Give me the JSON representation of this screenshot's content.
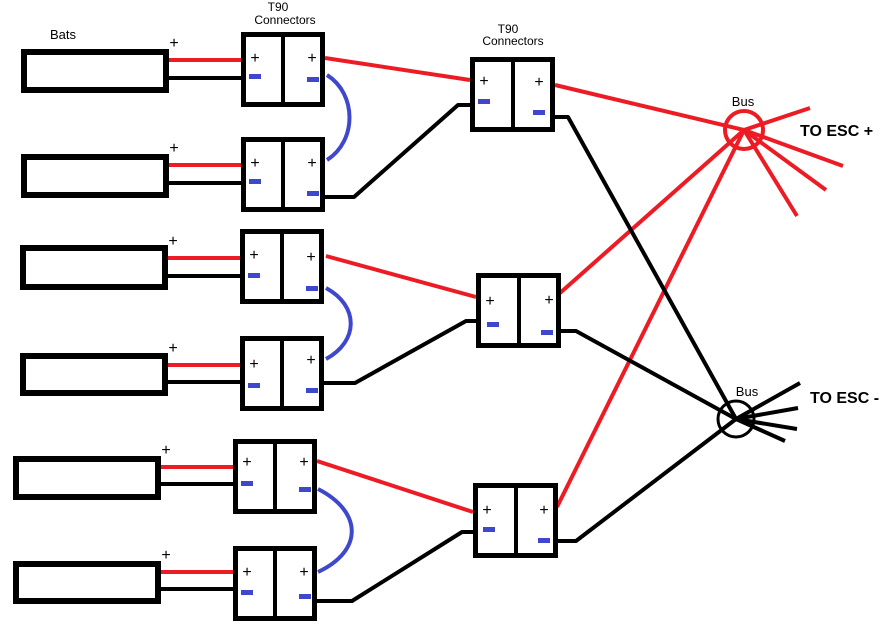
{
  "labels": {
    "bats": "Bats",
    "t90_line1": "T90",
    "t90_line2": "Connectors",
    "bus": "Bus",
    "to_esc_plus": "TO ESC +",
    "to_esc_minus": "TO ESC -"
  },
  "symbols": {
    "plus": "+"
  },
  "colors": {
    "positive_wire": "#ed1c24",
    "negative_wire": "#000000",
    "series_jumper": "#3f48cc",
    "minus_terminal": "#3f48cc",
    "outline": "#000000",
    "background": "#ffffff"
  },
  "structure": {
    "battery_count": 6,
    "stage1_connector_count": 6,
    "stage2_connector_count": 3,
    "series_jumper_count": 3,
    "bus_count": 2
  }
}
